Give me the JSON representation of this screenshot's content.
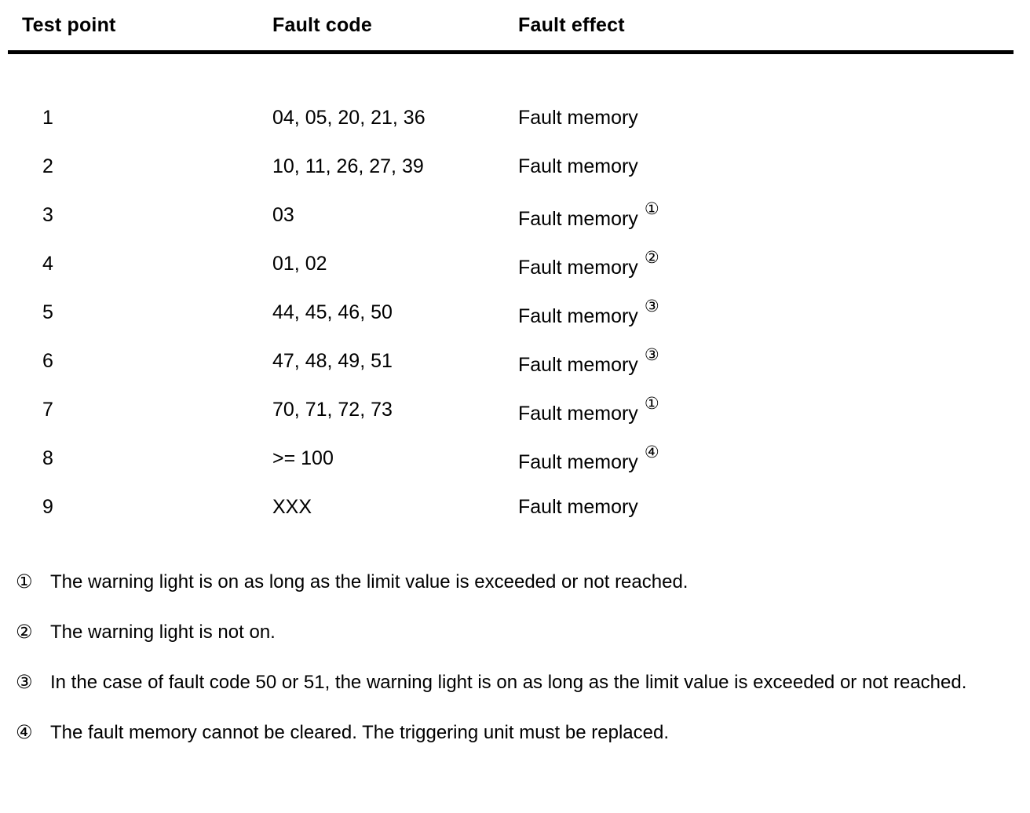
{
  "table": {
    "headers": {
      "test_point": "Test point",
      "fault_code": "Fault code",
      "fault_effect": "Fault effect"
    },
    "rows": [
      {
        "test_point": "1",
        "fault_code": "04, 05, 20, 21, 36",
        "fault_effect": "Fault memory",
        "note": ""
      },
      {
        "test_point": "2",
        "fault_code": "10, 11, 26, 27, 39",
        "fault_effect": "Fault memory",
        "note": ""
      },
      {
        "test_point": "3",
        "fault_code": "03",
        "fault_effect": "Fault memory",
        "note": "①"
      },
      {
        "test_point": "4",
        "fault_code": "01, 02",
        "fault_effect": "Fault memory",
        "note": "②"
      },
      {
        "test_point": "5",
        "fault_code": "44, 45, 46, 50",
        "fault_effect": "Fault memory",
        "note": "③"
      },
      {
        "test_point": "6",
        "fault_code": "47, 48, 49, 51",
        "fault_effect": "Fault memory",
        "note": "③"
      },
      {
        "test_point": "7",
        "fault_code": "70, 71, 72, 73",
        "fault_effect": "Fault memory",
        "note": "①"
      },
      {
        "test_point": "8",
        "fault_code": ">= 100",
        "fault_effect": "Fault memory",
        "note": "④"
      },
      {
        "test_point": "9",
        "fault_code": "XXX",
        "fault_effect": "Fault memory",
        "note": ""
      }
    ]
  },
  "footnotes": [
    {
      "marker": "①",
      "text": "The warning light is on as long as the limit value is exceeded or not reached."
    },
    {
      "marker": "②",
      "text": "The warning light is not on."
    },
    {
      "marker": "③",
      "text": "In the case of fault code 50 or 51, the warning light is on as long as the limit value is exceeded or not reached."
    },
    {
      "marker": "④",
      "text": "The fault memory cannot be cleared. The triggering unit must be replaced."
    }
  ]
}
